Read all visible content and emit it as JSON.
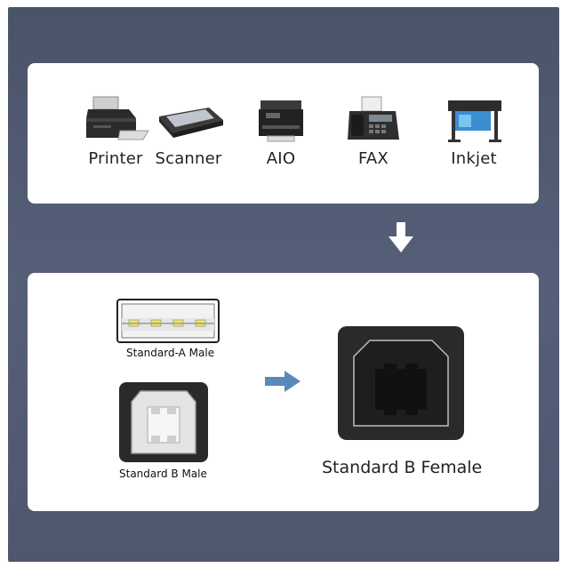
{
  "devices": [
    {
      "label": "Printer",
      "icon": "printer-icon"
    },
    {
      "label": "Scanner",
      "icon": "scanner-icon"
    },
    {
      "label": "AIO",
      "icon": "aio-printer-icon"
    },
    {
      "label": "FAX",
      "icon": "fax-icon"
    },
    {
      "label": "Inkjet",
      "icon": "inkjet-plotter-icon"
    }
  ],
  "connectors": {
    "a_male_label": "Standard-A Male",
    "b_male_label": "Standard B Male",
    "b_female_label": "Standard B Female"
  },
  "colors": {
    "background": "#4f576f",
    "card": "#ffffff",
    "down_arrow": "#ffffff",
    "right_arrow": "#5b88b8",
    "usb_a_pins": "#f3e75a",
    "connector_dark": "#2a2a2c"
  }
}
